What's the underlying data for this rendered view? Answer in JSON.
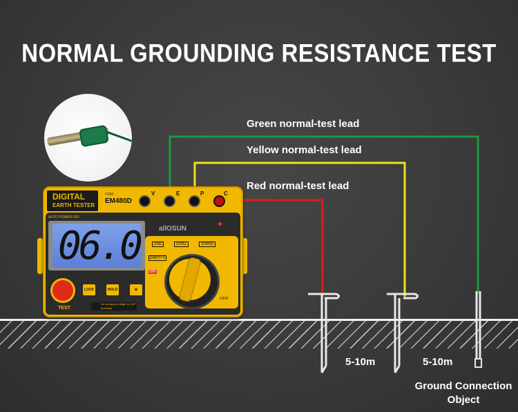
{
  "title": "NORMAL GROUNDING RESISTANCE TEST",
  "leads": {
    "green": "Green normal-test lead",
    "yellow": "Yellow normal-test lead",
    "red": "Red normal-test lead"
  },
  "distances": [
    "5-10m",
    "5-10m"
  ],
  "ground_object": {
    "line1": "Ground Connection",
    "line2": "Object"
  },
  "colors": {
    "green_wire": "#1b9a3e",
    "yellow_wire": "#f2e21a",
    "red_wire": "#e21a1a",
    "device_yellow": "#f0b800",
    "background": "#3a3a3a"
  },
  "device": {
    "brand_line1": "DIGITAL",
    "brand_line2": "EARTH TESTER",
    "item_label": "ITEM",
    "model": "EM480D",
    "auto_power_off": "AUTO POWER OFF",
    "display": "06.0",
    "logo": "allOSUN",
    "ranges": [
      "20Ω",
      "200Ω",
      "2000Ω"
    ],
    "earth_v": "EARTH V",
    "off": "OFF",
    "cat": "CATII",
    "test_button": "TEST",
    "lock_button": "LOCK",
    "hold_button": "HOLD",
    "warning": "Do not apply voltage to C&P terminals",
    "terminals": [
      "V",
      "E",
      "P",
      "C"
    ]
  }
}
